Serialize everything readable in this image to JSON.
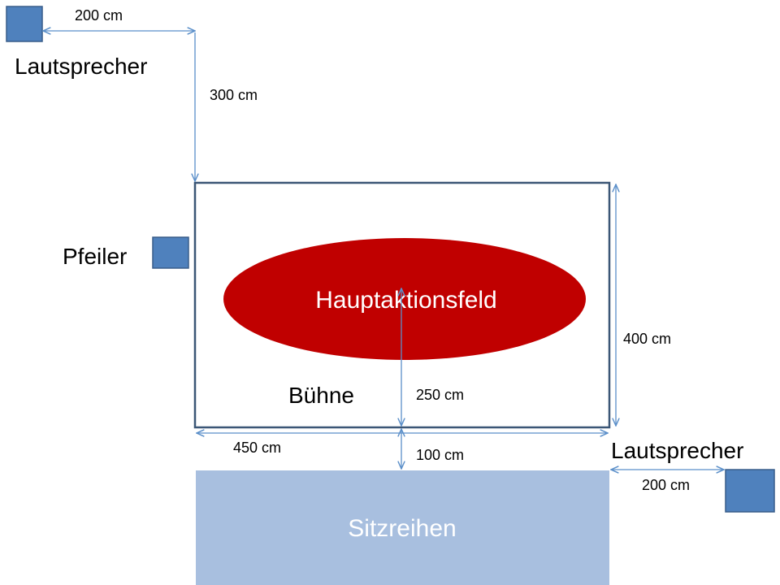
{
  "labels": {
    "speaker_top": "Lautsprecher",
    "speaker_bottom": "Lautsprecher",
    "pillar": "Pfeiler",
    "stage": "Bühne",
    "main_area": "Hauptaktionsfeld",
    "seating": "Sitzreihen"
  },
  "dimensions": {
    "speaker_top_horizontal": "200 cm",
    "speaker_top_vertical": "300 cm",
    "stage_height": "400 cm",
    "stage_half_width": "450 cm",
    "main_area_to_edge": "250 cm",
    "stage_to_seating": "100 cm",
    "speaker_bottom_horizontal": "200 cm"
  },
  "colors": {
    "speaker_fill": "#4f81bd",
    "speaker_stroke": "#385d8a",
    "stage_stroke": "#3b5676",
    "main_area_fill": "#c00000",
    "seating_fill": "#a8bfdf",
    "dimension_line": "#5b8fc9"
  }
}
